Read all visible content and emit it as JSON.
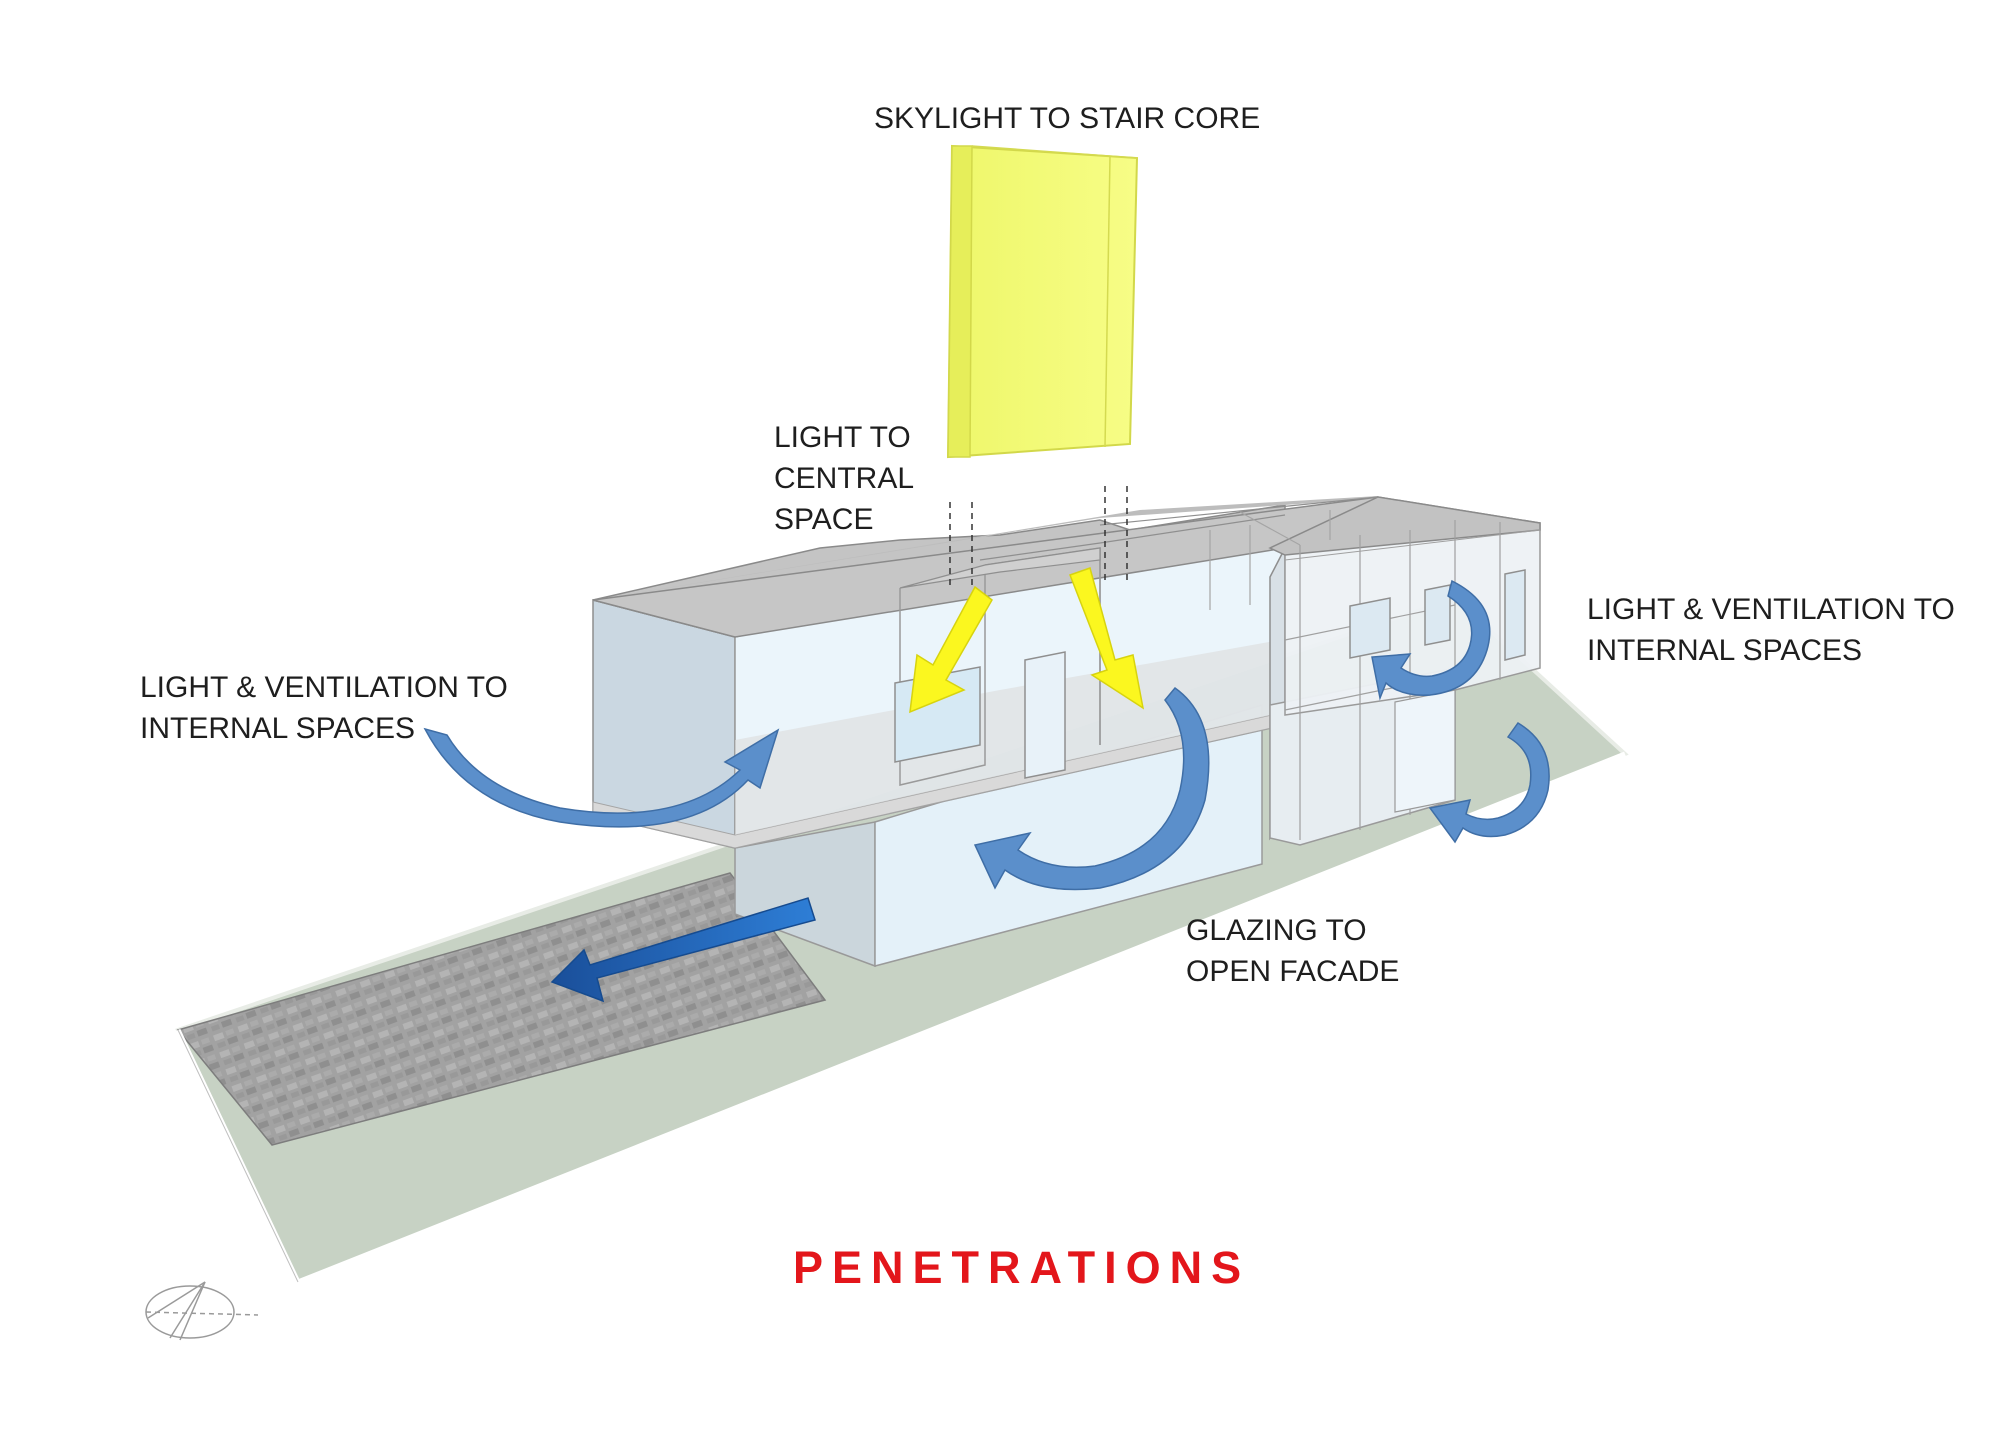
{
  "labels": {
    "skylight": "SKYLIGHT TO STAIR CORE",
    "central_space": [
      "LIGHT TO",
      "CENTRAL",
      "SPACE"
    ],
    "ventilation_left": [
      "LIGHT & VENTILATION TO",
      "INTERNAL SPACES"
    ],
    "ventilation_right": [
      "LIGHT & VENTILATION TO",
      "INTERNAL SPACES"
    ],
    "glazing": [
      "GLAZING TO",
      "OPEN FACADE"
    ]
  },
  "title": "PENETRATIONS",
  "colors": {
    "skylight": "#f4fb7a",
    "light_arrow": "#fbf71f",
    "airflow_arrow": "#5c8fcc",
    "exit_arrow": "#1c63b6",
    "ground": "#c6d1c3",
    "paving": "#9c9c9c",
    "glass": "#e6f1f8",
    "roof": "#c4c4c4",
    "title": "#e3161b"
  },
  "icons": [
    "north-arrow-icon"
  ]
}
